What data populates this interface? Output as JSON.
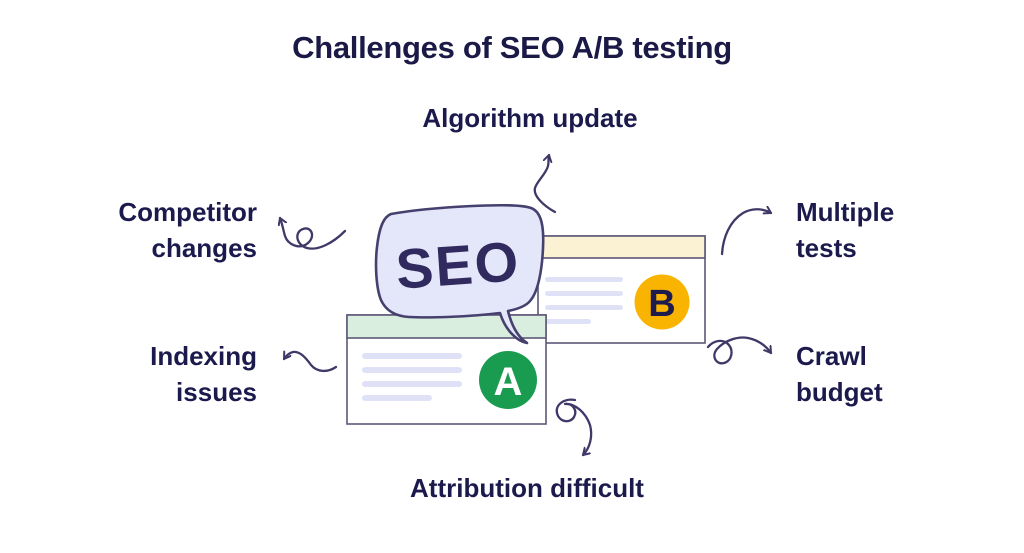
{
  "title": "Challenges of SEO A/B testing",
  "challenges": [
    {
      "id": "algorithm-update",
      "label": "Algorithm update"
    },
    {
      "id": "competitor-changes",
      "label": "Competitor changes"
    },
    {
      "id": "multiple-tests",
      "label": "Multiple tests"
    },
    {
      "id": "indexing-issues",
      "label": "Indexing issues"
    },
    {
      "id": "crawl-budget",
      "label": "Crawl budget"
    },
    {
      "id": "attribution-difficult",
      "label": "Attribution difficult"
    }
  ],
  "illustration": {
    "bubble_text": "SEO",
    "variant_a_label": "A",
    "variant_b_label": "B"
  },
  "colors": {
    "heading_text": "#1b1946",
    "label_text": "#1c1a4d",
    "arrow": "#3f3967",
    "bubble_fill": "#e4e6f9",
    "bubble_stroke": "#46406e",
    "bubble_text": "#312a5e",
    "card_border": "#5e5878",
    "card_header_a": "#d9eede",
    "card_header_b": "#fbf2d4",
    "placeholder_line": "#dfe2f7",
    "circle_a": "#1a9c50",
    "circle_b": "#f8b400",
    "letter_a": "#ffffff",
    "letter_b": "#1e1c4d"
  }
}
